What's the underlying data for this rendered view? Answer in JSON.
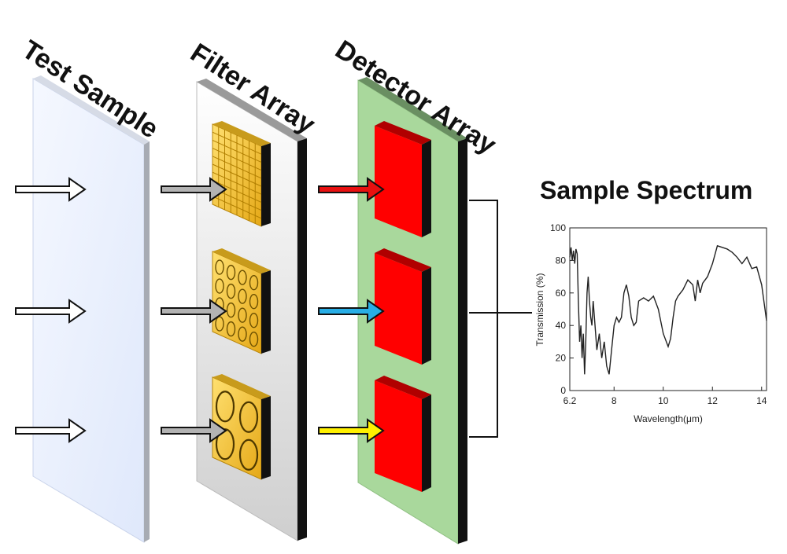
{
  "labels": {
    "test_sample": "Test Sample",
    "filter_array": "Filter Array",
    "detector_array": "Detector Array",
    "sample_spectrum": "Sample Spectrum"
  },
  "colors": {
    "test_panel": "#e9efff",
    "filter_panel": "#e2e2e2",
    "detector_panel": "#a9d89c",
    "filter_tile": "#f2c33a",
    "detector_block": "#ff0000",
    "arrow_gray": "#b3b3b3",
    "arrow_red": "#e81010",
    "arrow_blue": "#28aee6",
    "arrow_yellow": "#fff000"
  },
  "filters": [
    {
      "pattern": "grid"
    },
    {
      "pattern": "small-rings"
    },
    {
      "pattern": "large-rings"
    }
  ],
  "chart_data": {
    "type": "line",
    "title": "",
    "xlabel": "Wavelength(μm)",
    "ylabel": "Transmission (%)",
    "xlim": [
      6.2,
      14.2
    ],
    "ylim": [
      0,
      100
    ],
    "xticks": [
      "6.2",
      "8",
      "10",
      "12",
      "14"
    ],
    "xtick_values": [
      6.2,
      8,
      10,
      12,
      14
    ],
    "yticks": [
      "0",
      "20",
      "40",
      "60",
      "80",
      "100"
    ],
    "ytick_values": [
      0,
      20,
      40,
      60,
      80,
      100
    ],
    "series": [
      {
        "x": [
          6.2,
          6.25,
          6.3,
          6.35,
          6.4,
          6.45,
          6.5,
          6.55,
          6.6,
          6.65,
          6.7,
          6.75,
          6.8,
          6.85,
          6.9,
          6.95,
          7.0,
          7.05,
          7.1,
          7.15,
          7.2,
          7.3,
          7.4,
          7.5,
          7.6,
          7.7,
          7.8,
          7.9,
          8.0,
          8.1,
          8.2,
          8.3,
          8.4,
          8.5,
          8.6,
          8.7,
          8.8,
          8.9,
          9.0,
          9.2,
          9.4,
          9.6,
          9.8,
          10.0,
          10.2,
          10.3,
          10.4,
          10.5,
          10.6,
          10.8,
          11.0,
          11.2,
          11.3,
          11.4,
          11.5,
          11.6,
          11.8,
          12.0,
          12.2,
          12.4,
          12.6,
          12.8,
          13.0,
          13.2,
          13.4,
          13.6,
          13.8,
          14.0,
          14.2
        ],
        "y": [
          82,
          88,
          80,
          86,
          78,
          87,
          84,
          55,
          30,
          40,
          20,
          35,
          10,
          30,
          60,
          70,
          55,
          45,
          40,
          55,
          45,
          25,
          35,
          20,
          30,
          15,
          10,
          25,
          40,
          45,
          42,
          45,
          60,
          65,
          58,
          45,
          40,
          42,
          55,
          57,
          55,
          58,
          50,
          35,
          27,
          32,
          45,
          55,
          58,
          62,
          68,
          65,
          55,
          68,
          60,
          66,
          70,
          78,
          89,
          88,
          87,
          85,
          82,
          78,
          82,
          75,
          76,
          65,
          43
        ]
      }
    ]
  }
}
